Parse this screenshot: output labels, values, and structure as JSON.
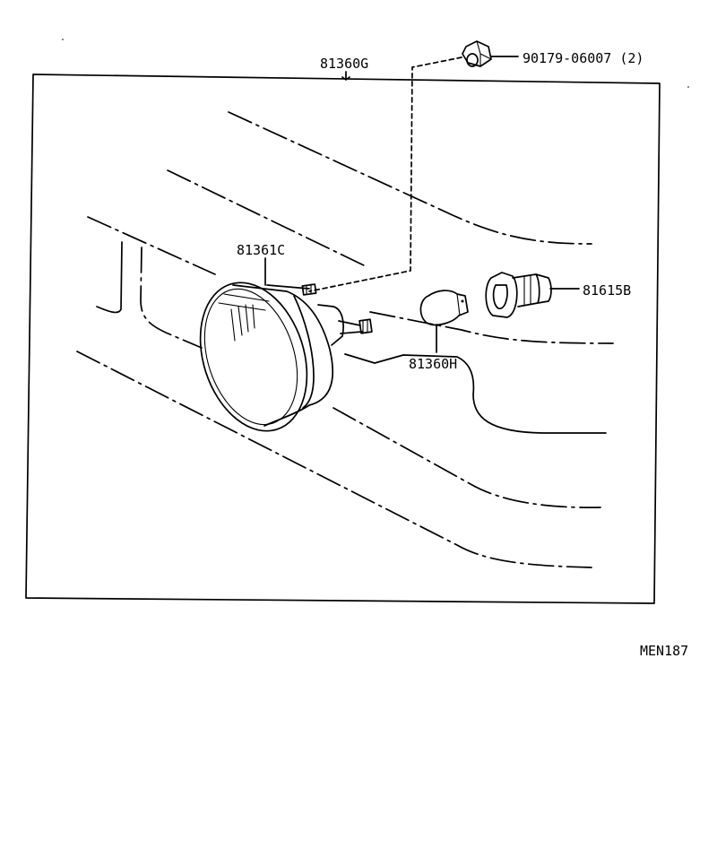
{
  "parts": {
    "assembly": "81360G",
    "nut": "90179-06007 (2)",
    "lens": "81361C",
    "socket": "81615B",
    "bulb": "81360H"
  },
  "figure_code": "MEN187"
}
